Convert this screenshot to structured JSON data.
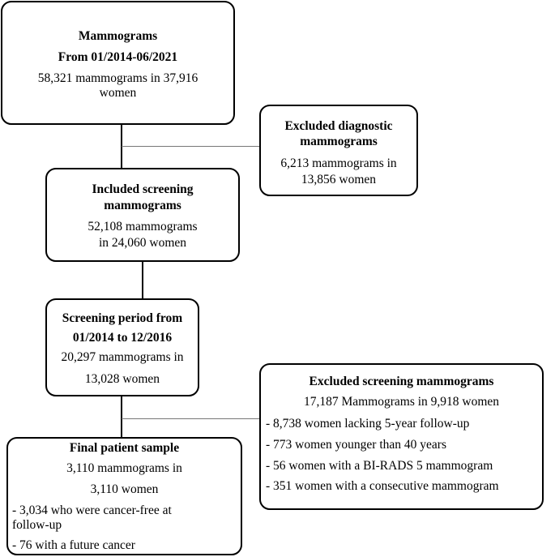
{
  "box_mammograms": {
    "title1": "Mammograms",
    "title2": "From 01/2014-06/2021",
    "line1": "58,321 mammograms in 37,916",
    "line2": "women"
  },
  "box_excluded_diagnostic": {
    "title1": "Excluded diagnostic",
    "title2": "mammograms",
    "line1": "6,213 mammograms in",
    "line2": "13,856 women"
  },
  "box_included_screening": {
    "title1": "Included screening",
    "title2": "mammograms",
    "line1": "52,108 mammograms",
    "line2": "in 24,060 women"
  },
  "box_screening_period": {
    "title1": "Screening period from",
    "title2": "01/2014 to 12/2016",
    "line1": "20,297 mammograms in",
    "line2": "13,028 women"
  },
  "box_excluded_screening": {
    "title": "Excluded screening mammograms",
    "line1": "17,187 Mammograms in 9,918 women",
    "items": [
      "- 8,738 women lacking 5-year follow-up",
      "- 773 women younger than 40 years",
      "- 56 women with a BI-RADS 5 mammogram",
      "- 351 women with a consecutive mammogram"
    ]
  },
  "box_final_sample": {
    "title": "Final patient sample",
    "line1": "3,110 mammograms in",
    "line2": "3,110 women",
    "items": [
      "- 3,034 who were cancer-free at",
      "follow-up",
      "- 76 with a future cancer"
    ]
  }
}
